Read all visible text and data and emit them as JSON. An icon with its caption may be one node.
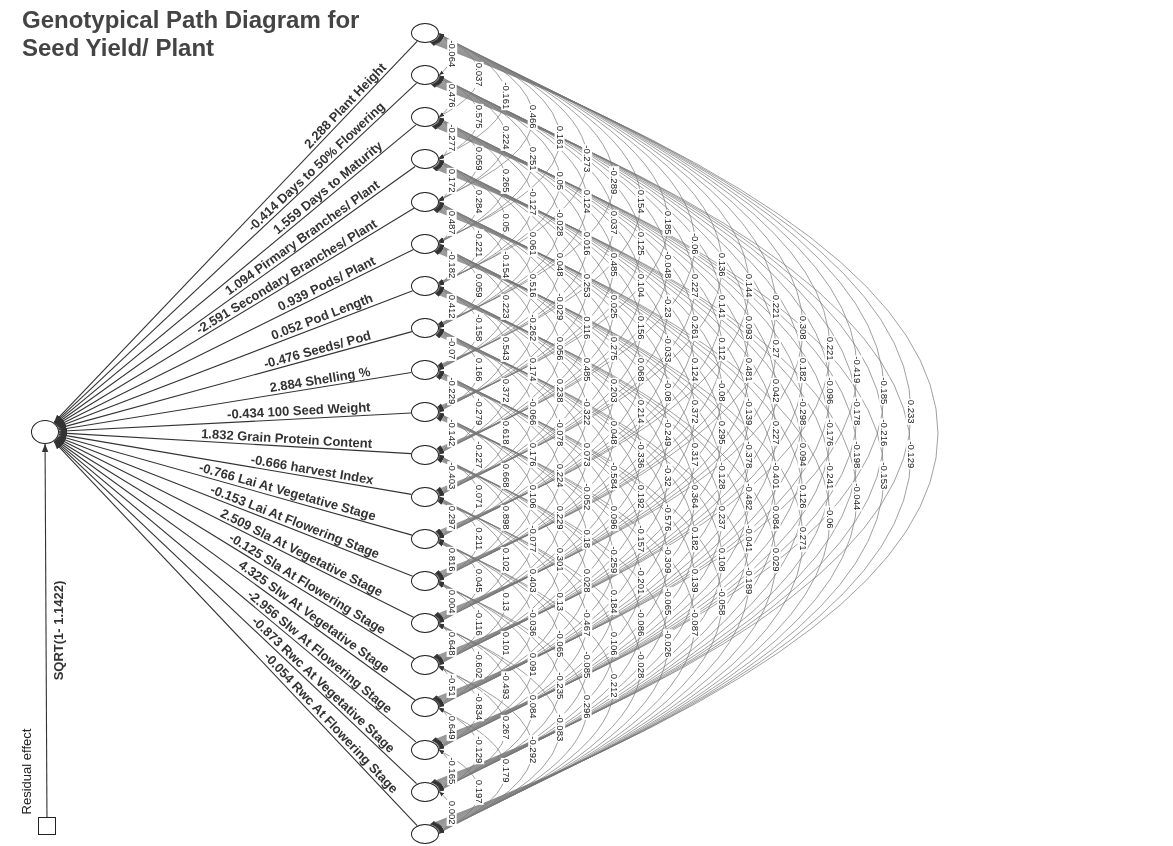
{
  "diagram": {
    "title": "Genotypical Path Diagram for Seed Yield/ Plant",
    "nodes": [
      {
        "text": [],
        "shape": "circle"
      },
      {
        "text": [],
        "shape": "circle"
      },
      {
        "text": [],
        "shape": "circle"
      },
      {
        "text": [],
        "shape": "circle"
      },
      {
        "text": [],
        "shape": "circle"
      },
      {
        "text": [],
        "shape": "circle"
      },
      {
        "text": [],
        "shape": "circle"
      },
      {
        "text": [],
        "shape": "circle"
      },
      {
        "text": [],
        "shape": "circle"
      },
      {
        "text": [],
        "shape": "circle"
      },
      {
        "text": [],
        "shape": "circle"
      },
      {
        "text": [],
        "shape": "circle"
      },
      {
        "text": [],
        "shape": "circle"
      },
      {
        "text": [],
        "shape": "circle"
      },
      {
        "text": [],
        "shape": "circle"
      },
      {
        "text": [],
        "shape": "circle"
      },
      {
        "text": [],
        "shape": "circle"
      },
      {
        "text": [],
        "shape": "circle"
      },
      {
        "text": [],
        "shape": "circle"
      },
      {
        "text": [],
        "shape": "circle"
      },
      {
        "text": [],
        "shape": "circle"
      },
      {
        "text": [],
        "shape": "box",
        "beside": [
          "Residual effect"
        ]
      }
    ],
    "edges": [
      {
        "from": 21,
        "to": 20,
        "arrow": "to",
        "label": "SQRT(1- 1.1422)"
      },
      {
        "from": 0,
        "to": 20,
        "arrow": "to",
        "label": "2.288 Plant Height"
      },
      {
        "from": 1,
        "to": 20,
        "arrow": "to",
        "label": "-0.414 Days to 50% Flowering"
      },
      {
        "from": 2,
        "to": 20,
        "arrow": "to",
        "label": "1.559 Days to Maturity"
      },
      {
        "from": 3,
        "to": 20,
        "arrow": "to",
        "label": "1.094 Pirmary Branches/ Plant"
      },
      {
        "from": 4,
        "to": 20,
        "arrow": "to",
        "label": "-2.591 Secondary Branches/ Plant"
      },
      {
        "from": 5,
        "to": 20,
        "arrow": "to",
        "label": "0.939 Pods/ Plant"
      },
      {
        "from": 6,
        "to": 20,
        "arrow": "to",
        "label": "0.052 Pod Length"
      },
      {
        "from": 7,
        "to": 20,
        "arrow": "to",
        "label": "-0.476 Seeds/ Pod"
      },
      {
        "from": 8,
        "to": 20,
        "arrow": "to",
        "label": "2.884 Shelling %"
      },
      {
        "from": 9,
        "to": 20,
        "arrow": "to",
        "label": "-0.434 100 Seed Weight"
      },
      {
        "from": 10,
        "to": 20,
        "arrow": "to",
        "label": "1.832 Grain Protein Content"
      },
      {
        "from": 11,
        "to": 20,
        "arrow": "to",
        "label": "-0.666 harvest Index"
      },
      {
        "from": 12,
        "to": 20,
        "arrow": "to",
        "label": "-0.766 Lai At Vegetative Stage"
      },
      {
        "from": 13,
        "to": 20,
        "arrow": "to",
        "label": "-0.153 Lai At Flowering Stage"
      },
      {
        "from": 14,
        "to": 20,
        "arrow": "to",
        "label": "2.509 Sla At Vegetative Stage"
      },
      {
        "from": 15,
        "to": 20,
        "arrow": "to",
        "label": "-0.125 Sla At Flowering Stage"
      },
      {
        "from": 16,
        "to": 20,
        "arrow": "to",
        "label": "4.325 Slw At Vegetative Stage"
      },
      {
        "from": 17,
        "to": 20,
        "arrow": "to",
        "label": "-2.956 Slw At Flowering Stage"
      },
      {
        "from": 18,
        "to": 20,
        "arrow": "to",
        "label": "-0.873 Rwc At Vegetative Stage"
      },
      {
        "from": 19,
        "to": 20,
        "arrow": "to",
        "label": "-0.054 Rwc At Flowering Stage"
      },
      {
        "from": 0,
        "to": 1,
        "arrow": "both",
        "label": "-0.064"
      },
      {
        "from": 1,
        "to": 2,
        "arrow": "both",
        "label": "0.476"
      },
      {
        "from": 2,
        "to": 3,
        "arrow": "both",
        "label": "-0.277"
      },
      {
        "from": 3,
        "to": 4,
        "arrow": "both",
        "label": "0.172"
      },
      {
        "from": 4,
        "to": 5,
        "arrow": "both",
        "label": "0.487"
      },
      {
        "from": 5,
        "to": 6,
        "arrow": "both",
        "label": "-0.182"
      },
      {
        "from": 6,
        "to": 7,
        "arrow": "both",
        "label": "0.412"
      },
      {
        "from": 7,
        "to": 8,
        "arrow": "both",
        "label": "-0.07"
      },
      {
        "from": 8,
        "to": 9,
        "arrow": "both",
        "label": "-0.229"
      },
      {
        "from": 9,
        "to": 10,
        "arrow": "both",
        "label": "-0.142"
      },
      {
        "from": 10,
        "to": 11,
        "arrow": "both",
        "label": "-0.403"
      },
      {
        "from": 11,
        "to": 12,
        "arrow": "both",
        "label": "0.297"
      },
      {
        "from": 12,
        "to": 13,
        "arrow": "both",
        "label": "0.816"
      },
      {
        "from": 13,
        "to": 14,
        "arrow": "both",
        "label": "0.004"
      },
      {
        "from": 14,
        "to": 15,
        "arrow": "both",
        "label": "0.648"
      },
      {
        "from": 15,
        "to": 16,
        "arrow": "both",
        "label": "-0.51"
      },
      {
        "from": 16,
        "to": 17,
        "arrow": "both",
        "label": "0.649"
      },
      {
        "from": 17,
        "to": 18,
        "arrow": "both",
        "label": "-0.165"
      },
      {
        "from": 18,
        "to": 19,
        "arrow": "both",
        "label": "0.002"
      },
      {
        "from": 0,
        "to": 2,
        "arrow": "both",
        "label": "0.037"
      },
      {
        "from": 1,
        "to": 3,
        "arrow": "both",
        "label": "0.575"
      },
      {
        "from": 2,
        "to": 4,
        "arrow": "both",
        "label": "0.059"
      },
      {
        "from": 3,
        "to": 5,
        "arrow": "both",
        "label": "0.284"
      },
      {
        "from": 4,
        "to": 6,
        "arrow": "both",
        "label": "-0.221"
      },
      {
        "from": 5,
        "to": 7,
        "arrow": "both",
        "label": "0.059"
      },
      {
        "from": 6,
        "to": 8,
        "arrow": "both",
        "label": "-0.158"
      },
      {
        "from": 7,
        "to": 9,
        "arrow": "both",
        "label": "0.166"
      },
      {
        "from": 8,
        "to": 10,
        "arrow": "both",
        "label": "-0.279"
      },
      {
        "from": 9,
        "to": 11,
        "arrow": "both",
        "label": "-0.227"
      },
      {
        "from": 10,
        "to": 12,
        "arrow": "both",
        "label": "0.071"
      },
      {
        "from": 11,
        "to": 13,
        "arrow": "both",
        "label": "0.211"
      },
      {
        "from": 12,
        "to": 14,
        "arrow": "both",
        "label": "0.045"
      },
      {
        "from": 13,
        "to": 15,
        "arrow": "both",
        "label": "-0.116"
      },
      {
        "from": 14,
        "to": 16,
        "arrow": "both",
        "label": "-0.602"
      },
      {
        "from": 15,
        "to": 17,
        "arrow": "both",
        "label": "-0.834"
      },
      {
        "from": 16,
        "to": 18,
        "arrow": "both",
        "label": "-0.129"
      },
      {
        "from": 17,
        "to": 19,
        "arrow": "both",
        "label": "0.197"
      },
      {
        "from": 0,
        "to": 3,
        "arrow": "both",
        "label": "-0.161"
      },
      {
        "from": 1,
        "to": 4,
        "arrow": "both",
        "label": "0.224"
      },
      {
        "from": 2,
        "to": 5,
        "arrow": "both",
        "label": "0.265"
      },
      {
        "from": 3,
        "to": 6,
        "arrow": "both",
        "label": "0.05"
      },
      {
        "from": 4,
        "to": 7,
        "arrow": "both",
        "label": "-0.154"
      },
      {
        "from": 5,
        "to": 8,
        "arrow": "both",
        "label": "0.223"
      },
      {
        "from": 6,
        "to": 9,
        "arrow": "both",
        "label": "0.543"
      },
      {
        "from": 7,
        "to": 10,
        "arrow": "both",
        "label": "0.372"
      },
      {
        "from": 8,
        "to": 11,
        "arrow": "both",
        "label": "0.618"
      },
      {
        "from": 9,
        "to": 12,
        "arrow": "both",
        "label": "0.668"
      },
      {
        "from": 10,
        "to": 13,
        "arrow": "both",
        "label": "0.898"
      },
      {
        "from": 11,
        "to": 14,
        "arrow": "both",
        "label": "0.102"
      },
      {
        "from": 12,
        "to": 15,
        "arrow": "both",
        "label": "0.13"
      },
      {
        "from": 13,
        "to": 16,
        "arrow": "both",
        "label": "0.101"
      },
      {
        "from": 14,
        "to": 17,
        "arrow": "both",
        "label": "-0.493"
      },
      {
        "from": 15,
        "to": 18,
        "arrow": "both",
        "label": "0.267"
      },
      {
        "from": 16,
        "to": 19,
        "arrow": "both",
        "label": "0.179"
      },
      {
        "from": 0,
        "to": 4,
        "arrow": "both",
        "label": "0.466"
      },
      {
        "from": 1,
        "to": 5,
        "arrow": "both",
        "label": "0.251"
      },
      {
        "from": 2,
        "to": 6,
        "arrow": "both",
        "label": "-0.127"
      },
      {
        "from": 3,
        "to": 7,
        "arrow": "both",
        "label": "0.061"
      },
      {
        "from": 4,
        "to": 8,
        "arrow": "both",
        "label": "0.516"
      },
      {
        "from": 5,
        "to": 9,
        "arrow": "both",
        "label": "-0.262"
      },
      {
        "from": 6,
        "to": 10,
        "arrow": "both",
        "label": "0.174"
      },
      {
        "from": 7,
        "to": 11,
        "arrow": "both",
        "label": "-0.066"
      },
      {
        "from": 8,
        "to": 12,
        "arrow": "both",
        "label": "0.176"
      },
      {
        "from": 9,
        "to": 13,
        "arrow": "both",
        "label": "0.106"
      },
      {
        "from": 10,
        "to": 14,
        "arrow": "both",
        "label": "-0.077"
      },
      {
        "from": 11,
        "to": 15,
        "arrow": "both",
        "label": "0.403"
      },
      {
        "from": 12,
        "to": 16,
        "arrow": "both",
        "label": "-0.036"
      },
      {
        "from": 13,
        "to": 17,
        "arrow": "both",
        "label": "0.091"
      },
      {
        "from": 14,
        "to": 18,
        "arrow": "both",
        "label": "0.084"
      },
      {
        "from": 15,
        "to": 19,
        "arrow": "both",
        "label": "-0.292"
      },
      {
        "from": 0,
        "to": 5,
        "arrow": "both",
        "label": "0.161"
      },
      {
        "from": 1,
        "to": 6,
        "arrow": "both",
        "label": "0.05"
      },
      {
        "from": 2,
        "to": 7,
        "arrow": "both",
        "label": "-0.028"
      },
      {
        "from": 3,
        "to": 8,
        "arrow": "both",
        "label": "0.048"
      },
      {
        "from": 4,
        "to": 9,
        "arrow": "both",
        "label": "-0.029"
      },
      {
        "from": 5,
        "to": 10,
        "arrow": "both",
        "label": "0.056"
      },
      {
        "from": 6,
        "to": 11,
        "arrow": "both",
        "label": "0.238"
      },
      {
        "from": 7,
        "to": 12,
        "arrow": "both",
        "label": "-0.078"
      },
      {
        "from": 8,
        "to": 13,
        "arrow": "both",
        "label": "0.224"
      },
      {
        "from": 9,
        "to": 14,
        "arrow": "both",
        "label": "0.229"
      },
      {
        "from": 10,
        "to": 15,
        "arrow": "both",
        "label": "0.301"
      },
      {
        "from": 11,
        "to": 16,
        "arrow": "both",
        "label": "0.13"
      },
      {
        "from": 12,
        "to": 17,
        "arrow": "both",
        "label": "-0.065"
      },
      {
        "from": 13,
        "to": 18,
        "arrow": "both",
        "label": "-0.235"
      },
      {
        "from": 14,
        "to": 19,
        "arrow": "both",
        "label": "-0.083"
      },
      {
        "from": 0,
        "to": 6,
        "arrow": "both",
        "label": "-0.273"
      },
      {
        "from": 1,
        "to": 7,
        "arrow": "both",
        "label": "0.124"
      },
      {
        "from": 2,
        "to": 8,
        "arrow": "both",
        "label": "0.016"
      },
      {
        "from": 3,
        "to": 9,
        "arrow": "both",
        "label": "0.253"
      },
      {
        "from": 4,
        "to": 10,
        "arrow": "both",
        "label": "0.116"
      },
      {
        "from": 5,
        "to": 11,
        "arrow": "both",
        "label": "0.485"
      },
      {
        "from": 6,
        "to": 12,
        "arrow": "both",
        "label": "-0.322"
      },
      {
        "from": 7,
        "to": 13,
        "arrow": "both",
        "label": "0.073"
      },
      {
        "from": 8,
        "to": 14,
        "arrow": "both",
        "label": "-0.052"
      },
      {
        "from": 9,
        "to": 15,
        "arrow": "both",
        "label": "0.18"
      },
      {
        "from": 10,
        "to": 16,
        "arrow": "both",
        "label": "0.028"
      },
      {
        "from": 11,
        "to": 17,
        "arrow": "both",
        "label": "-0.467"
      },
      {
        "from": 12,
        "to": 18,
        "arrow": "both",
        "label": "-0.085"
      },
      {
        "from": 13,
        "to": 19,
        "arrow": "both",
        "label": "0.296"
      },
      {
        "from": 0,
        "to": 7,
        "arrow": "both",
        "label": "-0.289"
      },
      {
        "from": 1,
        "to": 8,
        "arrow": "both",
        "label": "0.037"
      },
      {
        "from": 2,
        "to": 9,
        "arrow": "both",
        "label": "0.485"
      },
      {
        "from": 3,
        "to": 10,
        "arrow": "both",
        "label": "0.025"
      },
      {
        "from": 4,
        "to": 11,
        "arrow": "both",
        "label": "0.275"
      },
      {
        "from": 5,
        "to": 12,
        "arrow": "both",
        "label": "0.203"
      },
      {
        "from": 6,
        "to": 13,
        "arrow": "both",
        "label": "0.048"
      },
      {
        "from": 7,
        "to": 14,
        "arrow": "both",
        "label": "-0.584"
      },
      {
        "from": 8,
        "to": 15,
        "arrow": "both",
        "label": "0.096"
      },
      {
        "from": 9,
        "to": 16,
        "arrow": "both",
        "label": "-0.259"
      },
      {
        "from": 10,
        "to": 17,
        "arrow": "both",
        "label": "0.184"
      },
      {
        "from": 11,
        "to": 18,
        "arrow": "both",
        "label": "0.106"
      },
      {
        "from": 12,
        "to": 19,
        "arrow": "both",
        "label": "0.212"
      },
      {
        "from": 0,
        "to": 8,
        "arrow": "both",
        "label": "0.154"
      },
      {
        "from": 1,
        "to": 9,
        "arrow": "both",
        "label": "0.125"
      },
      {
        "from": 2,
        "to": 10,
        "arrow": "both",
        "label": "0.104"
      },
      {
        "from": 3,
        "to": 11,
        "arrow": "both",
        "label": "0.156"
      },
      {
        "from": 4,
        "to": 12,
        "arrow": "both",
        "label": "0.068"
      },
      {
        "from": 5,
        "to": 13,
        "arrow": "both",
        "label": "0.214"
      },
      {
        "from": 6,
        "to": 14,
        "arrow": "both",
        "label": "-0.336"
      },
      {
        "from": 7,
        "to": 15,
        "arrow": "both",
        "label": "0.192"
      },
      {
        "from": 8,
        "to": 16,
        "arrow": "both",
        "label": "-0.157"
      },
      {
        "from": 9,
        "to": 17,
        "arrow": "both",
        "label": "-0.201"
      },
      {
        "from": 10,
        "to": 18,
        "arrow": "both",
        "label": "-0.086"
      },
      {
        "from": 11,
        "to": 19,
        "arrow": "both",
        "label": "-0.028"
      },
      {
        "from": 0,
        "to": 9,
        "arrow": "both",
        "label": "0.185"
      },
      {
        "from": 1,
        "to": 10,
        "arrow": "both",
        "label": "-0.048"
      },
      {
        "from": 2,
        "to": 11,
        "arrow": "both",
        "label": "-0.23"
      },
      {
        "from": 3,
        "to": 12,
        "arrow": "both",
        "label": "-0.033"
      },
      {
        "from": 4,
        "to": 13,
        "arrow": "both",
        "label": "-0.08"
      },
      {
        "from": 5,
        "to": 14,
        "arrow": "both",
        "label": "-0.249"
      },
      {
        "from": 6,
        "to": 15,
        "arrow": "both",
        "label": "-0.32"
      },
      {
        "from": 7,
        "to": 16,
        "arrow": "both",
        "label": "-0.576"
      },
      {
        "from": 8,
        "to": 17,
        "arrow": "both",
        "label": "-0.309"
      },
      {
        "from": 9,
        "to": 18,
        "arrow": "both",
        "label": "-0.065"
      },
      {
        "from": 10,
        "to": 19,
        "arrow": "both",
        "label": "-0.026"
      },
      {
        "from": 0,
        "to": 10,
        "arrow": "both",
        "label": "-0.06"
      },
      {
        "from": 1,
        "to": 11,
        "arrow": "both",
        "label": "0.227"
      },
      {
        "from": 2,
        "to": 12,
        "arrow": "both",
        "label": "0.261"
      },
      {
        "from": 3,
        "to": 13,
        "arrow": "both",
        "label": "0.124"
      },
      {
        "from": 4,
        "to": 14,
        "arrow": "both",
        "label": "0.372"
      },
      {
        "from": 5,
        "to": 15,
        "arrow": "both",
        "label": "0.317"
      },
      {
        "from": 6,
        "to": 16,
        "arrow": "both",
        "label": "0.364"
      },
      {
        "from": 7,
        "to": 17,
        "arrow": "both",
        "label": "0.182"
      },
      {
        "from": 8,
        "to": 18,
        "arrow": "both",
        "label": "0.139"
      },
      {
        "from": 9,
        "to": 19,
        "arrow": "both",
        "label": "-0.087"
      },
      {
        "from": 0,
        "to": 11,
        "arrow": "both",
        "label": "0.136"
      },
      {
        "from": 1,
        "to": 12,
        "arrow": "both",
        "label": "0.141"
      },
      {
        "from": 2,
        "to": 13,
        "arrow": "both",
        "label": "0.112"
      },
      {
        "from": 3,
        "to": 14,
        "arrow": "both",
        "label": "-0.08"
      },
      {
        "from": 4,
        "to": 15,
        "arrow": "both",
        "label": "0.295"
      },
      {
        "from": 5,
        "to": 16,
        "arrow": "both",
        "label": "-0.128"
      },
      {
        "from": 6,
        "to": 17,
        "arrow": "both",
        "label": "0.237"
      },
      {
        "from": 7,
        "to": 18,
        "arrow": "both",
        "label": "0.108"
      },
      {
        "from": 8,
        "to": 19,
        "arrow": "both",
        "label": "-0.058"
      },
      {
        "from": 0,
        "to": 12,
        "arrow": "both",
        "label": "0.144"
      },
      {
        "from": 1,
        "to": 13,
        "arrow": "both",
        "label": "0.093"
      },
      {
        "from": 2,
        "to": 14,
        "arrow": "both",
        "label": "0.481"
      },
      {
        "from": 3,
        "to": 15,
        "arrow": "both",
        "label": "-0.139"
      },
      {
        "from": 4,
        "to": 16,
        "arrow": "both",
        "label": "-0.378"
      },
      {
        "from": 5,
        "to": 17,
        "arrow": "both",
        "label": "-0.482"
      },
      {
        "from": 6,
        "to": 18,
        "arrow": "both",
        "label": "-0.041"
      },
      {
        "from": 7,
        "to": 19,
        "arrow": "both",
        "label": "-0.189"
      },
      {
        "from": 0,
        "to": 13,
        "arrow": "both",
        "label": "0.221"
      },
      {
        "from": 1,
        "to": 14,
        "arrow": "both",
        "label": "0.27"
      },
      {
        "from": 2,
        "to": 15,
        "arrow": "both",
        "label": "0.042"
      },
      {
        "from": 3,
        "to": 16,
        "arrow": "both",
        "label": "0.227"
      },
      {
        "from": 4,
        "to": 17,
        "arrow": "both",
        "label": "-0.401"
      },
      {
        "from": 5,
        "to": 18,
        "arrow": "both",
        "label": "0.084"
      },
      {
        "from": 6,
        "to": 19,
        "arrow": "both",
        "label": "0.029"
      },
      {
        "from": 0,
        "to": 14,
        "arrow": "both",
        "label": "0.308"
      },
      {
        "from": 1,
        "to": 15,
        "arrow": "both",
        "label": "0.182"
      },
      {
        "from": 2,
        "to": 16,
        "arrow": "both",
        "label": "-0.298"
      },
      {
        "from": 3,
        "to": 17,
        "arrow": "both",
        "label": "0.094"
      },
      {
        "from": 4,
        "to": 18,
        "arrow": "both",
        "label": "0.126"
      },
      {
        "from": 5,
        "to": 19,
        "arrow": "both",
        "label": "0.271"
      },
      {
        "from": 0,
        "to": 15,
        "arrow": "both",
        "label": "0.221"
      },
      {
        "from": 1,
        "to": 16,
        "arrow": "both",
        "label": "-0.096"
      },
      {
        "from": 2,
        "to": 17,
        "arrow": "both",
        "label": "-0.176"
      },
      {
        "from": 3,
        "to": 18,
        "arrow": "both",
        "label": "-0.241"
      },
      {
        "from": 4,
        "to": 19,
        "arrow": "both",
        "label": "-0.06"
      },
      {
        "from": 0,
        "to": 16,
        "arrow": "both",
        "label": "-0.419"
      },
      {
        "from": 1,
        "to": 17,
        "arrow": "both",
        "label": "-0.178"
      },
      {
        "from": 2,
        "to": 18,
        "arrow": "both",
        "label": "-0.198"
      },
      {
        "from": 3,
        "to": 19,
        "arrow": "both",
        "label": "-0.044"
      },
      {
        "from": 0,
        "to": 17,
        "arrow": "both",
        "label": "-0.185"
      },
      {
        "from": 1,
        "to": 18,
        "arrow": "both",
        "label": "-0.216"
      },
      {
        "from": 2,
        "to": 19,
        "arrow": "both",
        "label": "-0.153"
      },
      {
        "from": 0,
        "to": 18,
        "arrow": "both",
        "label": "0.233"
      },
      {
        "from": 1,
        "to": 19,
        "arrow": "both",
        "label": "-0.129"
      },
      {
        "from": 0,
        "to": 19,
        "arrow": "both"
      }
    ]
  }
}
